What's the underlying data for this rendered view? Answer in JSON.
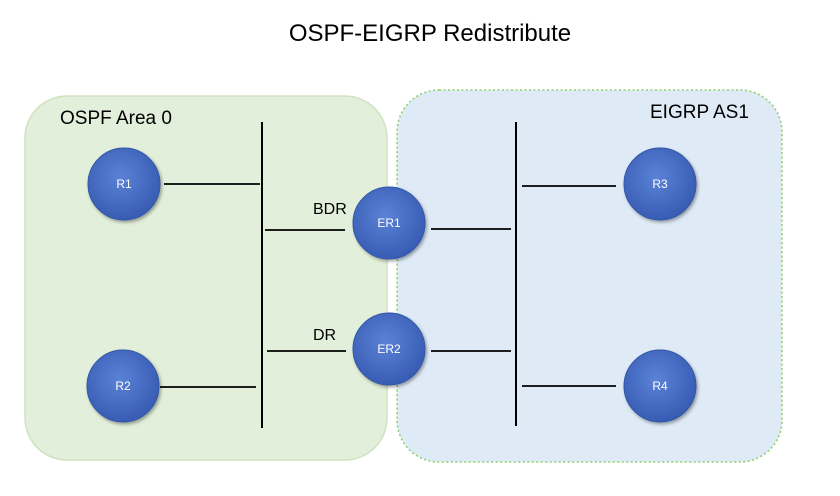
{
  "title": "OSPF-EIGRP Redistribute",
  "zones": {
    "ospf": {
      "label": "OSPF Area 0",
      "fill": "#e2efda",
      "border": "#cfe2c1"
    },
    "eigrp": {
      "label": "EIGRP AS1",
      "fill": "#deebf7",
      "border": "#8fd070"
    }
  },
  "routers": [
    {
      "id": "r1",
      "label": "R1"
    },
    {
      "id": "r2",
      "label": "R2"
    },
    {
      "id": "er1",
      "label": "ER1"
    },
    {
      "id": "er2",
      "label": "ER2"
    },
    {
      "id": "r3",
      "label": "R3"
    },
    {
      "id": "r4",
      "label": "R4"
    }
  ],
  "roles": {
    "er1": "BDR",
    "er2": "DR"
  },
  "colors": {
    "router_fill": "#3f66c2",
    "router_stroke": "#3357a8",
    "line": "#000000"
  }
}
